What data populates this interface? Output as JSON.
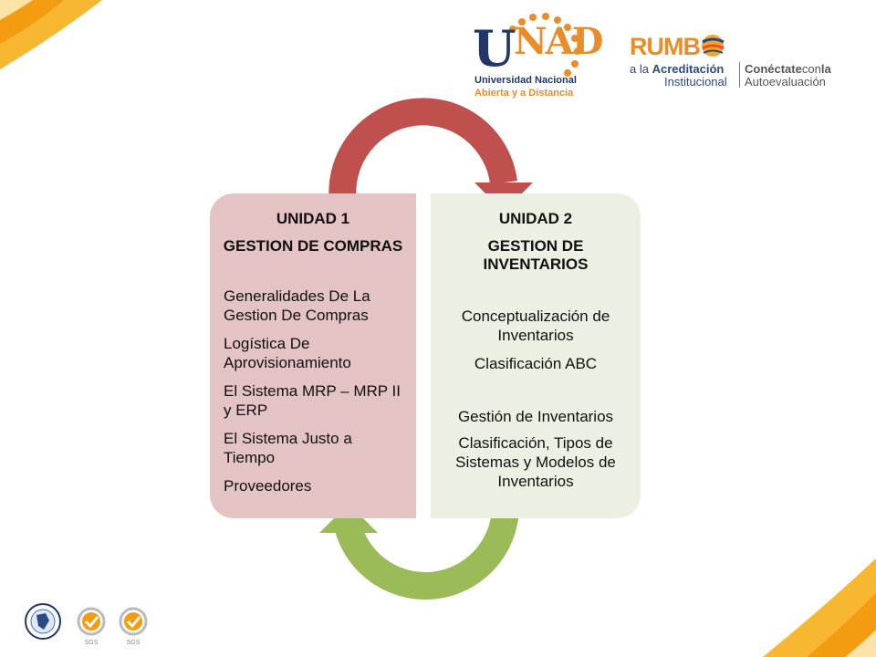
{
  "header": {
    "unad_logo": {
      "word_u": "U",
      "word_rest": "NAD",
      "line1": "Universidad Nacional",
      "line2": "Abierta y a Distancia"
    },
    "rumbo_logo": {
      "word": "RUMB",
      "line1_prefix": "a la",
      "line1_bold": "Acreditación",
      "line2": "Institucional",
      "right_bold": "Conéctate",
      "right_mid": "con",
      "right_end": "la",
      "right_line2": "Autoevaluación"
    }
  },
  "units": [
    {
      "label": "UNIDAD 1",
      "title": "GESTION DE COMPRAS",
      "items": [
        "Generalidades De La Gestion De Compras",
        "Logística De Aprovisionamiento",
        "El Sistema MRP – MRP II y ERP",
        "El Sistema Justo a Tiempo",
        "Proveedores"
      ]
    },
    {
      "label": "UNIDAD 2",
      "title": "GESTION DE INVENTARIOS",
      "items": [
        "Conceptualización de Inventarios",
        "Clasificación ABC",
        "",
        "Gestión de Inventarios",
        "Clasificación, Tipos de Sistemas y  Modelos de Inventarios"
      ]
    }
  ],
  "footer": {
    "seal_text": "SGS"
  },
  "colors": {
    "unit1_bg": "#e3c3c3",
    "unit2_bg": "#ecf0e2",
    "arrow_top": "#c0504d",
    "arrow_bottom": "#9bbb59",
    "accent_orange": "#f6a623",
    "navy": "#21366b"
  },
  "icons": [
    "circular-arrow-top-icon",
    "circular-arrow-bottom-icon",
    "unad-logo",
    "rumbo-logo",
    "certification-seal-icon"
  ]
}
